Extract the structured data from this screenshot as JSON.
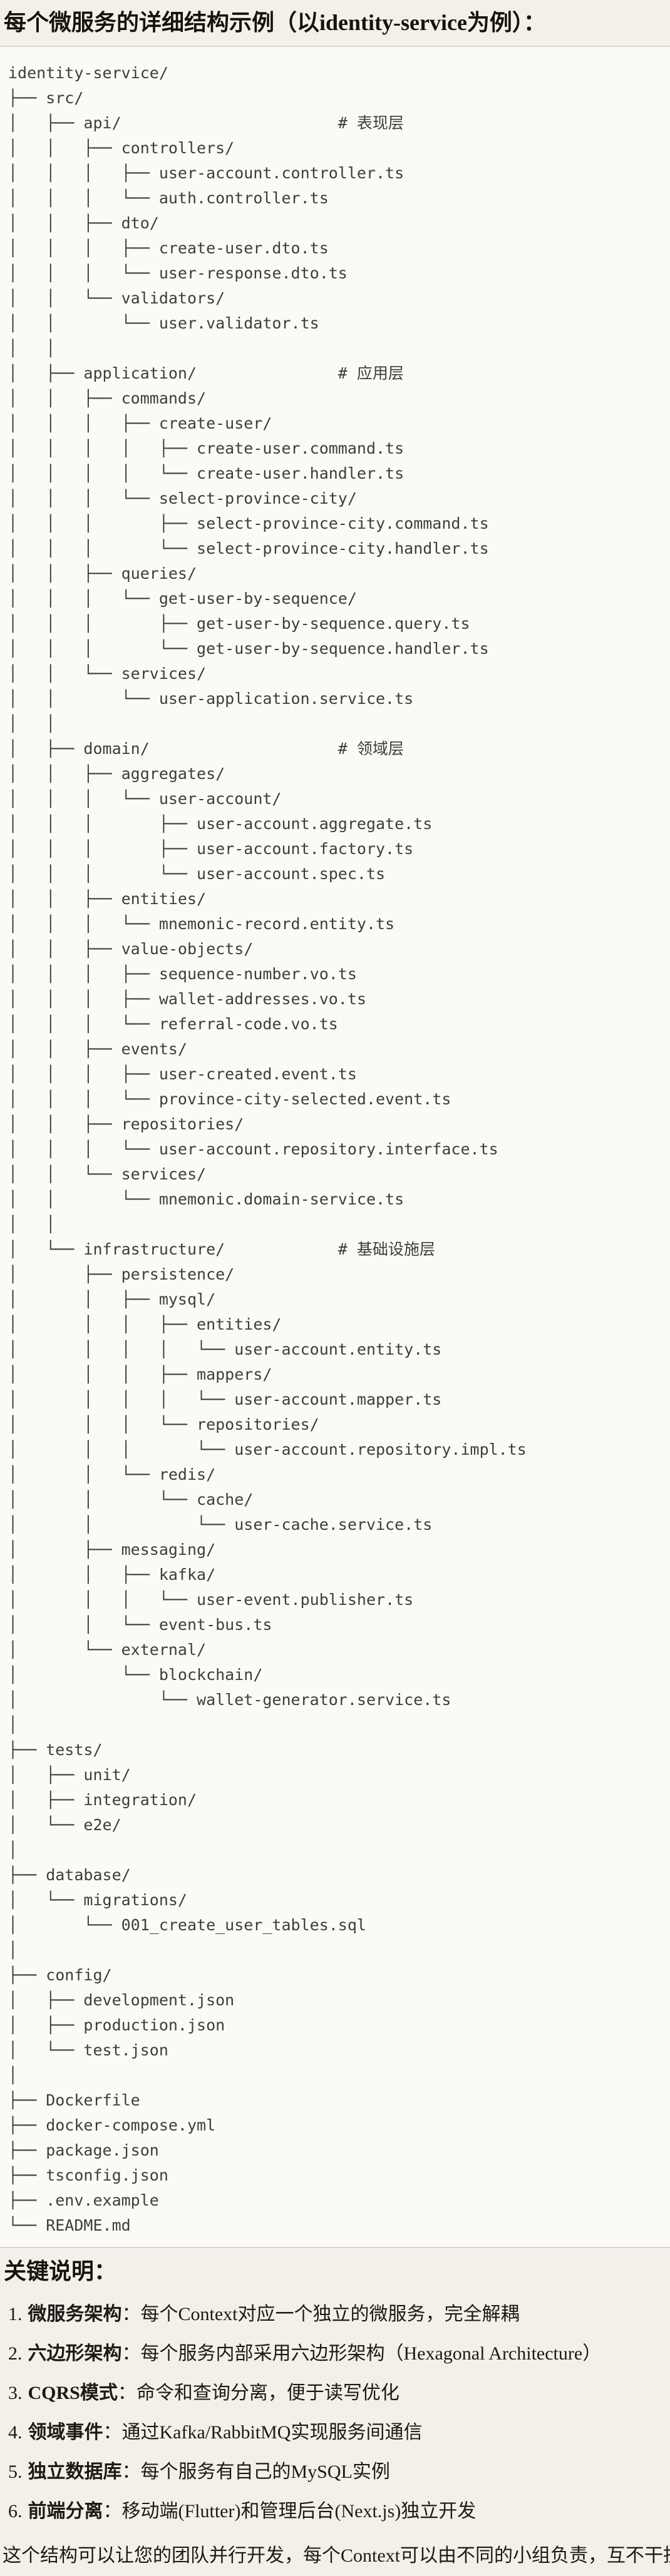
{
  "page": {
    "title": "每个微服务的详细结构示例（以identity-service为例）："
  },
  "colors": {
    "page_bg": "#F3F0E9",
    "code_bg": "#FBFAF7",
    "border": "#DAD7CE",
    "code_text": "#3D3D3A",
    "text": "#1B1A14"
  },
  "code_block": {
    "lines": [
      "identity-service/",
      "├── src/",
      "│   ├── api/                       # 表现层",
      "│   │   ├── controllers/",
      "│   │   │   ├── user-account.controller.ts",
      "│   │   │   └── auth.controller.ts",
      "│   │   ├── dto/",
      "│   │   │   ├── create-user.dto.ts",
      "│   │   │   └── user-response.dto.ts",
      "│   │   └── validators/",
      "│   │       └── user.validator.ts",
      "│   │",
      "│   ├── application/               # 应用层",
      "│   │   ├── commands/",
      "│   │   │   ├── create-user/",
      "│   │   │   │   ├── create-user.command.ts",
      "│   │   │   │   └── create-user.handler.ts",
      "│   │   │   └── select-province-city/",
      "│   │   │       ├── select-province-city.command.ts",
      "│   │   │       └── select-province-city.handler.ts",
      "│   │   ├── queries/",
      "│   │   │   └── get-user-by-sequence/",
      "│   │   │       ├── get-user-by-sequence.query.ts",
      "│   │   │       └── get-user-by-sequence.handler.ts",
      "│   │   └── services/",
      "│   │       └── user-application.service.ts",
      "│   │",
      "│   ├── domain/                    # 领域层",
      "│   │   ├── aggregates/",
      "│   │   │   └── user-account/",
      "│   │   │       ├── user-account.aggregate.ts",
      "│   │   │       ├── user-account.factory.ts",
      "│   │   │       └── user-account.spec.ts",
      "│   │   ├── entities/",
      "│   │   │   └── mnemonic-record.entity.ts",
      "│   │   ├── value-objects/",
      "│   │   │   ├── sequence-number.vo.ts",
      "│   │   │   ├── wallet-addresses.vo.ts",
      "│   │   │   └── referral-code.vo.ts",
      "│   │   ├── events/",
      "│   │   │   ├── user-created.event.ts",
      "│   │   │   └── province-city-selected.event.ts",
      "│   │   ├── repositories/",
      "│   │   │   └── user-account.repository.interface.ts",
      "│   │   └── services/",
      "│   │       └── mnemonic.domain-service.ts",
      "│   │",
      "│   └── infrastructure/            # 基础设施层",
      "│       ├── persistence/",
      "│       │   ├── mysql/",
      "│       │   │   ├── entities/",
      "│       │   │   │   └── user-account.entity.ts",
      "│       │   │   ├── mappers/",
      "│       │   │   │   └── user-account.mapper.ts",
      "│       │   │   └── repositories/",
      "│       │   │       └── user-account.repository.impl.ts",
      "│       │   └── redis/",
      "│       │       └── cache/",
      "│       │           └── user-cache.service.ts",
      "│       ├── messaging/",
      "│       │   ├── kafka/",
      "│       │   │   └── user-event.publisher.ts",
      "│       │   └── event-bus.ts",
      "│       └── external/",
      "│           └── blockchain/",
      "│               └── wallet-generator.service.ts",
      "│",
      "├── tests/",
      "│   ├── unit/",
      "│   ├── integration/",
      "│   └── e2e/",
      "│",
      "├── database/",
      "│   └── migrations/",
      "│       └── 001_create_user_tables.sql",
      "│",
      "├── config/",
      "│   ├── development.json",
      "│   ├── production.json",
      "│   └── test.json",
      "│",
      "├── Dockerfile",
      "├── docker-compose.yml",
      "├── package.json",
      "├── tsconfig.json",
      "├── .env.example",
      "└── README.md"
    ]
  },
  "notes": {
    "heading": "关键说明：",
    "items": [
      {
        "num": "1.",
        "label": "微服务架构",
        "text": "：每个Context对应一个独立的微服务，完全解耦"
      },
      {
        "num": "2.",
        "label": "六边形架构",
        "text": "：每个服务内部采用六边形架构（Hexagonal Architecture）"
      },
      {
        "num": "3.",
        "label": "CQRS模式",
        "text": "：命令和查询分离，便于读写优化"
      },
      {
        "num": "4.",
        "label": "领域事件",
        "text": "：通过Kafka/RabbitMQ实现服务间通信"
      },
      {
        "num": "5.",
        "label": "独立数据库",
        "text": "：每个服务有自己的MySQL实例"
      },
      {
        "num": "6.",
        "label": "前端分离",
        "text": "：移动端(Flutter)和管理后台(Next.js)独立开发"
      }
    ],
    "footer": "这个结构可以让您的团队并行开发，每个Context可以由不同的小组负责，互不干扰。"
  }
}
